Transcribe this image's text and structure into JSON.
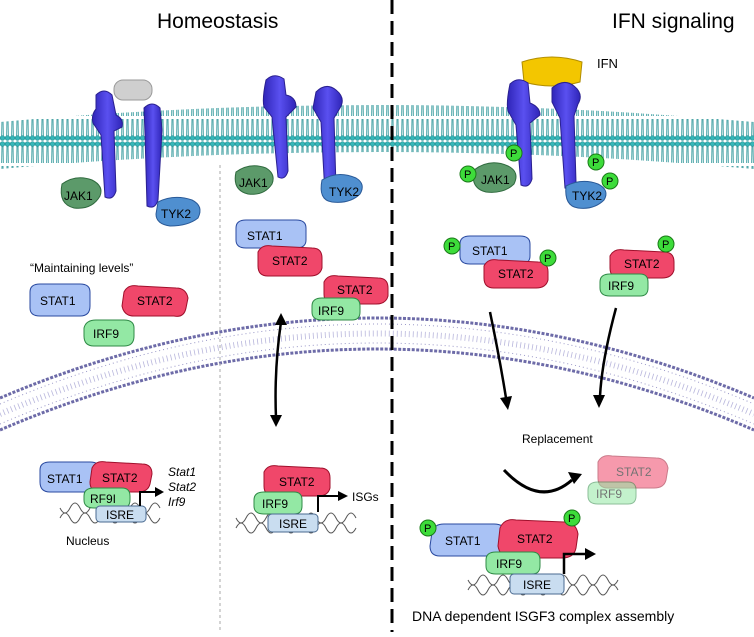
{
  "panels": {
    "left_title": "Homeostasis",
    "right_title": "IFN signaling"
  },
  "labels": {
    "ifn": "IFN",
    "maintaining": "“Maintaining levels”",
    "nucleus": "Nucleus",
    "isgs": "ISGs",
    "replacement": "Replacement",
    "bottom_caption": "DNA dependent ISGF3 complex assembly",
    "target_genes": [
      "Stat1",
      "Stat2",
      "Irf9"
    ]
  },
  "proteins": {
    "jak1": "JAK1",
    "tyk2": "TYK2",
    "stat1": "STAT1",
    "stat2": "STAT2",
    "irf9": "IRF9",
    "irf9_alt": "RF9I",
    "isre": "ISRE",
    "phospho": "P"
  },
  "colors": {
    "membrane": "#2fb0b4",
    "nuclear_membrane": "#6d6ba8",
    "receptor": "#4a3fe0",
    "stat1": "#a9c2f5",
    "stat2": "#f0476a",
    "irf9": "#93e8a4",
    "jak1": "#5c9a6a",
    "tyk2": "#4f8fd0",
    "isre": "#c9ddf0",
    "phospho": "#3ddc3a",
    "ifn": "#f3c600",
    "inactive_ligand": "#cfcfcf"
  }
}
